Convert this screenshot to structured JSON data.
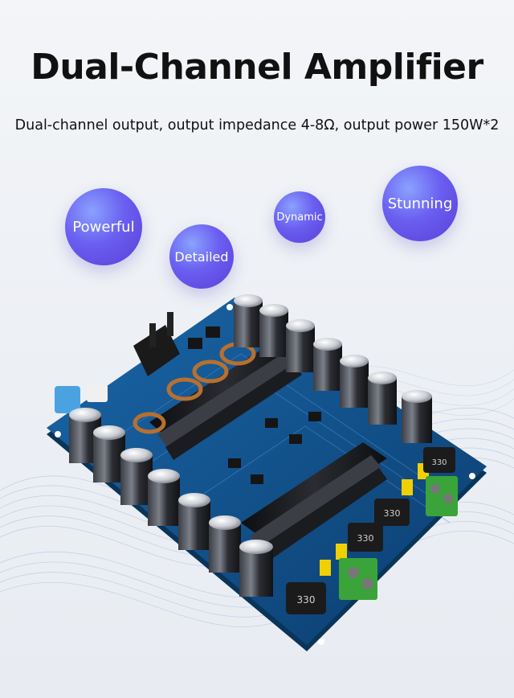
{
  "header": {
    "title": "Dual-Channel Amplifier",
    "subtitle": "Dual-channel output, output impedance 4-8Ω, output power 150W*2"
  },
  "bubbles": {
    "powerful": "Powerful",
    "detailed": "Detailed",
    "dynamic": "Dynamic",
    "stunning": "Stunning"
  },
  "board": {
    "inductor_label": "330"
  },
  "colors": {
    "bubble_start": "#8aa2ff",
    "bubble_end": "#5a3fd8",
    "pcb": "#0f4f86",
    "heatsink": "#1b1d22"
  }
}
